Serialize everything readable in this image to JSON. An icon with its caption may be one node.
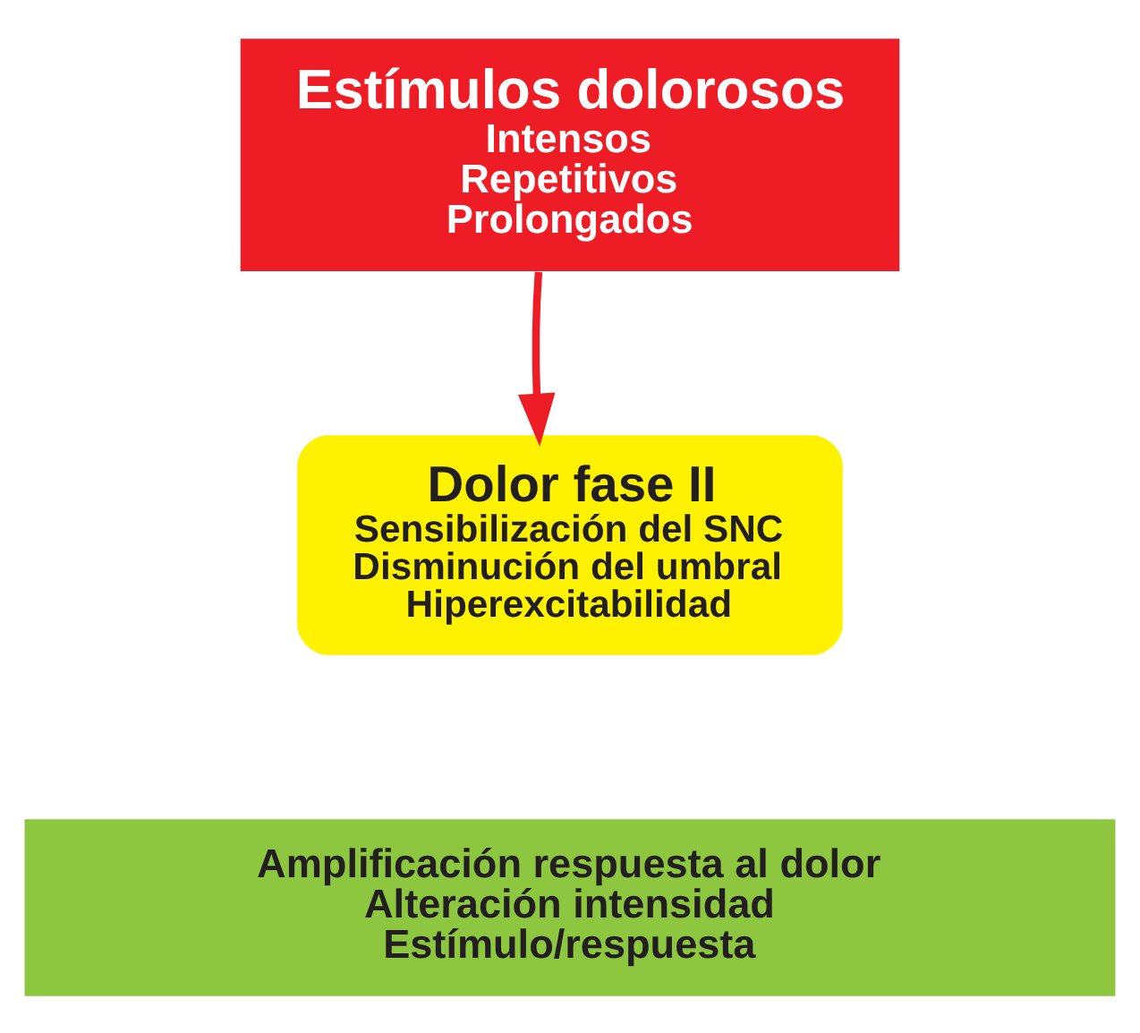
{
  "diagram": {
    "nodes": [
      {
        "text": [
          "Estímulos dolorosos",
          "Intensos",
          "Repetitivos",
          "Prolongados"
        ]
      },
      {
        "text": [
          "Dolor fase II",
          "Sensibilización del SNC",
          "Disminución del umbral",
          "Hiperexcitabilidad"
        ]
      },
      {
        "text": [
          "Amplificación respuesta al dolor",
          "Alteración intensidad",
          "Estímulo/respuesta"
        ]
      }
    ],
    "edges": [
      {
        "from": 0,
        "to": 1,
        "arrow": "to",
        "color": "#ee1c25"
      }
    ]
  }
}
